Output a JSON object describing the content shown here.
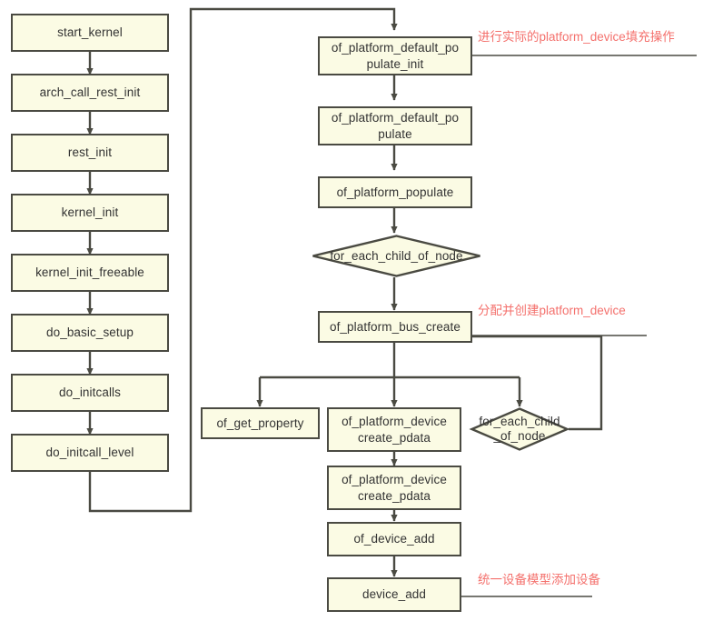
{
  "diagram": {
    "title": "Linux kernel platform_device population call flow",
    "type": "flowchart",
    "background": "#ffffff",
    "node_fill": "#fbfbe4",
    "node_stroke": "#4a4a42",
    "edge_color": "#4a4a42",
    "annotation_color": "#f4706c"
  },
  "left_column": {
    "nodes": [
      {
        "id": "start_kernel",
        "label": "start_kernel"
      },
      {
        "id": "arch_call_rest_init",
        "label": "arch_call_rest_init"
      },
      {
        "id": "rest_init",
        "label": "rest_init"
      },
      {
        "id": "kernel_init",
        "label": "kernel_init"
      },
      {
        "id": "kernel_init_freeable",
        "label": "kernel_init_freeable"
      },
      {
        "id": "do_basic_setup",
        "label": "do_basic_setup"
      },
      {
        "id": "do_initcalls",
        "label": "do_initcalls"
      },
      {
        "id": "do_initcall_level",
        "label": "do_initcall_level"
      }
    ]
  },
  "right_column": {
    "nodes": [
      {
        "id": "of_platform_default_populate_init",
        "label": "of_platform_default_po\npulate_init"
      },
      {
        "id": "of_platform_default_populate",
        "label": "of_platform_default_po\npulate"
      },
      {
        "id": "of_platform_populate",
        "label": "of_platform_populate"
      },
      {
        "id": "for_each_child_of_node_1",
        "label": "for_each_child_of_node",
        "shape": "diamond"
      },
      {
        "id": "of_platform_bus_create",
        "label": "of_platform_bus_create"
      }
    ]
  },
  "branch_row": {
    "nodes": [
      {
        "id": "of_get_property",
        "label": "of_get_property"
      },
      {
        "id": "of_platform_device_create_pdata_1",
        "label": "of_platform_device\ncreate_pdata"
      },
      {
        "id": "for_each_child_of_node_2",
        "label": "for_each_child\n_of_node",
        "shape": "diamond"
      }
    ]
  },
  "tail_column": {
    "nodes": [
      {
        "id": "of_platform_device_create_pdata_2",
        "label": "of_platform_device\ncreate_pdata"
      },
      {
        "id": "of_device_add",
        "label": "of_device_add"
      },
      {
        "id": "device_add",
        "label": "device_add"
      }
    ]
  },
  "annotations": [
    {
      "id": "annotation-populate-init",
      "text": "进行实际的platform_device填充操作"
    },
    {
      "id": "annotation-bus-create",
      "text": "分配并创建platform_device"
    },
    {
      "id": "annotation-device-add",
      "text": "统一设备模型添加设备"
    }
  ]
}
